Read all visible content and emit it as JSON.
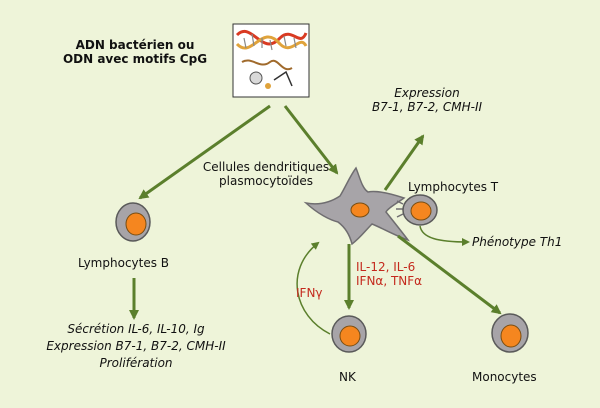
{
  "diagram": {
    "colors": {
      "background": "#eef4d9",
      "arrow": "#5b7f2c",
      "cell_orange": "#f5861f",
      "cell_gray": "#a7a4a8",
      "cytokine_red": "#c42a1e",
      "dna_red": "#d93a22",
      "dna_gold": "#e0a33b"
    },
    "top_label": {
      "line1": "ADN bactérien ou",
      "line2": "ODN avec motifs CpG"
    },
    "dna_box_icon": "dna-double-helix-icon",
    "dendritic_label": {
      "line1": "Cellules dendritiques",
      "line2": "plasmocytoïdes"
    },
    "expression_label": {
      "line1": "Expression",
      "line2": "B7-1, B7-2, CMH-II"
    },
    "lymphocytes_t": "Lymphocytes T",
    "phenotype": "Phénotype Th1",
    "lymphocytes_b": "Lymphocytes B",
    "b_effects": {
      "line1": "Sécrétion IL-6, IL-10, Ig",
      "line2": "Expression B7-1, B7-2, CMH-II",
      "line3": "Prolifération"
    },
    "cytokines": {
      "line1": "IL-12, IL-6",
      "line2": "IFNα, TNFα"
    },
    "ifn_gamma": "IFNγ",
    "nk": "NK",
    "monocytes": "Monocytes"
  }
}
